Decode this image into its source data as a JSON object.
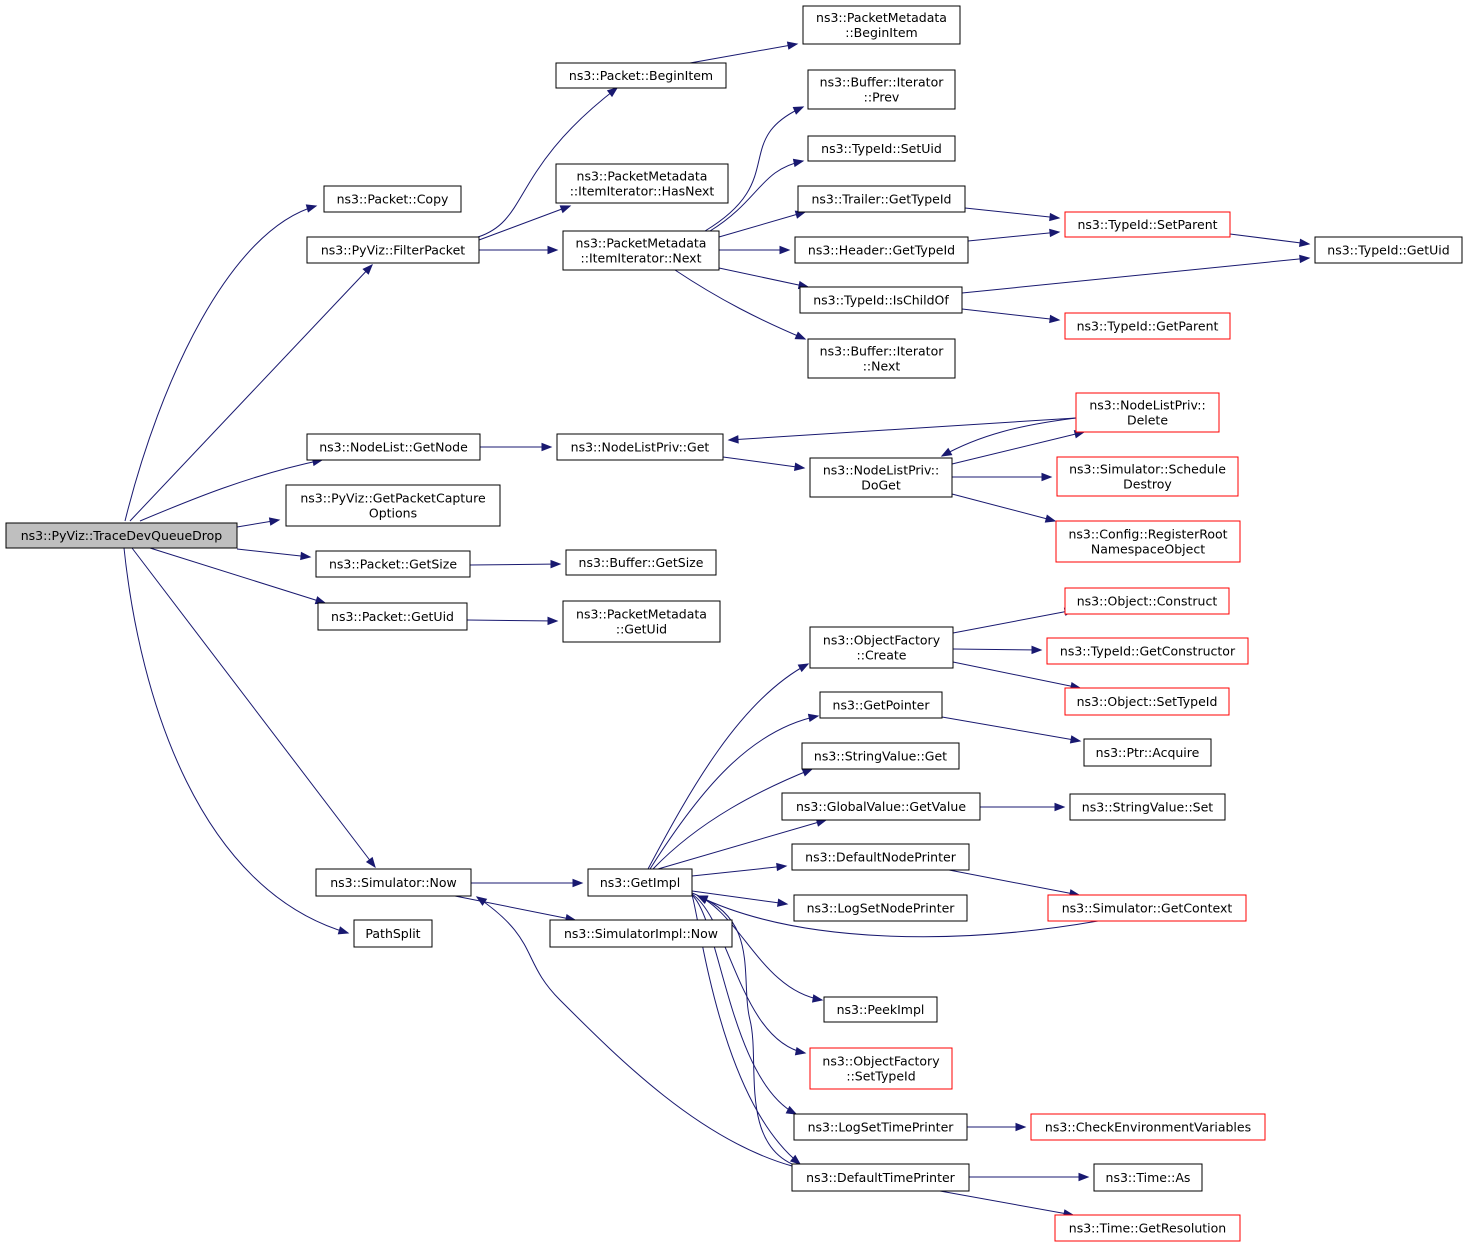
{
  "graph": {
    "nodes": [
      {
        "id": "root",
        "lines": [
          "ns3::PyViz::TraceDevQueueDrop"
        ],
        "style": "root"
      },
      {
        "id": "copy",
        "lines": [
          "ns3::Packet::Copy"
        ]
      },
      {
        "id": "filter",
        "lines": [
          "ns3::PyViz::FilterPacket"
        ]
      },
      {
        "id": "beginitem",
        "lines": [
          "ns3::Packet::BeginItem"
        ]
      },
      {
        "id": "pm_beginitem",
        "lines": [
          "ns3::PacketMetadata",
          "::BeginItem"
        ]
      },
      {
        "id": "hasnext",
        "lines": [
          "ns3::PacketMetadata",
          "::ItemIterator::HasNext"
        ]
      },
      {
        "id": "next",
        "lines": [
          "ns3::PacketMetadata",
          "::ItemIterator::Next"
        ]
      },
      {
        "id": "buf_prev",
        "lines": [
          "ns3::Buffer::Iterator",
          "::Prev"
        ]
      },
      {
        "id": "setuid",
        "lines": [
          "ns3::TypeId::SetUid"
        ]
      },
      {
        "id": "trailer",
        "lines": [
          "ns3::Trailer::GetTypeId"
        ]
      },
      {
        "id": "header",
        "lines": [
          "ns3::Header::GetTypeId"
        ]
      },
      {
        "id": "ischildof",
        "lines": [
          "ns3::TypeId::IsChildOf"
        ]
      },
      {
        "id": "buf_next",
        "lines": [
          "ns3::Buffer::Iterator",
          "::Next"
        ]
      },
      {
        "id": "setparent",
        "lines": [
          "ns3::TypeId::SetParent"
        ],
        "style": "red"
      },
      {
        "id": "getparent",
        "lines": [
          "ns3::TypeId::GetParent"
        ],
        "style": "red"
      },
      {
        "id": "typeid_getuid",
        "lines": [
          "ns3::TypeId::GetUid"
        ]
      },
      {
        "id": "getnode",
        "lines": [
          "ns3::NodeList::GetNode"
        ]
      },
      {
        "id": "nlp_get",
        "lines": [
          "ns3::NodeListPriv::Get"
        ]
      },
      {
        "id": "nlp_doget",
        "lines": [
          "ns3::NodeListPriv::",
          "DoGet"
        ]
      },
      {
        "id": "nlp_delete",
        "lines": [
          "ns3::NodeListPriv::",
          "Delete"
        ],
        "style": "red"
      },
      {
        "id": "sched_destroy",
        "lines": [
          "ns3::Simulator::Schedule",
          "Destroy"
        ],
        "style": "red"
      },
      {
        "id": "cfg_register",
        "lines": [
          "ns3::Config::RegisterRoot",
          "NamespaceObject"
        ],
        "style": "red"
      },
      {
        "id": "capture",
        "lines": [
          "ns3::PyViz::GetPacketCapture",
          "Options"
        ]
      },
      {
        "id": "pkt_getsize",
        "lines": [
          "ns3::Packet::GetSize"
        ]
      },
      {
        "id": "buf_getsize",
        "lines": [
          "ns3::Buffer::GetSize"
        ]
      },
      {
        "id": "pkt_getuid",
        "lines": [
          "ns3::Packet::GetUid"
        ]
      },
      {
        "id": "pm_getuid",
        "lines": [
          "ns3::PacketMetadata",
          "::GetUid"
        ]
      },
      {
        "id": "sim_now",
        "lines": [
          "ns3::Simulator::Now"
        ]
      },
      {
        "id": "pathsplit",
        "lines": [
          "PathSplit"
        ]
      },
      {
        "id": "getimpl",
        "lines": [
          "ns3::GetImpl"
        ]
      },
      {
        "id": "simimpl_now",
        "lines": [
          "ns3::SimulatorImpl::Now"
        ]
      },
      {
        "id": "of_create",
        "lines": [
          "ns3::ObjectFactory",
          "::Create"
        ]
      },
      {
        "id": "getpointer",
        "lines": [
          "ns3::GetPointer"
        ]
      },
      {
        "id": "sv_get",
        "lines": [
          "ns3::StringValue::Get"
        ]
      },
      {
        "id": "gv_getvalue",
        "lines": [
          "ns3::GlobalValue::GetValue"
        ]
      },
      {
        "id": "defnodeprinter",
        "lines": [
          "ns3::DefaultNodePrinter"
        ]
      },
      {
        "id": "logsetnode",
        "lines": [
          "ns3::LogSetNodePrinter"
        ]
      },
      {
        "id": "peekimpl",
        "lines": [
          "ns3::PeekImpl"
        ]
      },
      {
        "id": "of_settypeid",
        "lines": [
          "ns3::ObjectFactory",
          "::SetTypeId"
        ],
        "style": "red"
      },
      {
        "id": "logsettime",
        "lines": [
          "ns3::LogSetTimePrinter"
        ]
      },
      {
        "id": "deftimeprinter",
        "lines": [
          "ns3::DefaultTimePrinter"
        ]
      },
      {
        "id": "obj_construct",
        "lines": [
          "ns3::Object::Construct"
        ],
        "style": "red"
      },
      {
        "id": "getconstructor",
        "lines": [
          "ns3::TypeId::GetConstructor"
        ],
        "style": "red"
      },
      {
        "id": "obj_settypeid",
        "lines": [
          "ns3::Object::SetTypeId"
        ],
        "style": "red"
      },
      {
        "id": "ptr_acquire",
        "lines": [
          "ns3::Ptr::Acquire"
        ]
      },
      {
        "id": "sv_set",
        "lines": [
          "ns3::StringValue::Set"
        ]
      },
      {
        "id": "getcontext",
        "lines": [
          "ns3::Simulator::GetContext"
        ],
        "style": "red"
      },
      {
        "id": "checkenv",
        "lines": [
          "ns3::CheckEnvironmentVariables"
        ],
        "style": "red"
      },
      {
        "id": "time_as",
        "lines": [
          "ns3::Time::As"
        ]
      },
      {
        "id": "time_getres",
        "lines": [
          "ns3::Time::GetResolution"
        ],
        "style": "red"
      }
    ]
  }
}
